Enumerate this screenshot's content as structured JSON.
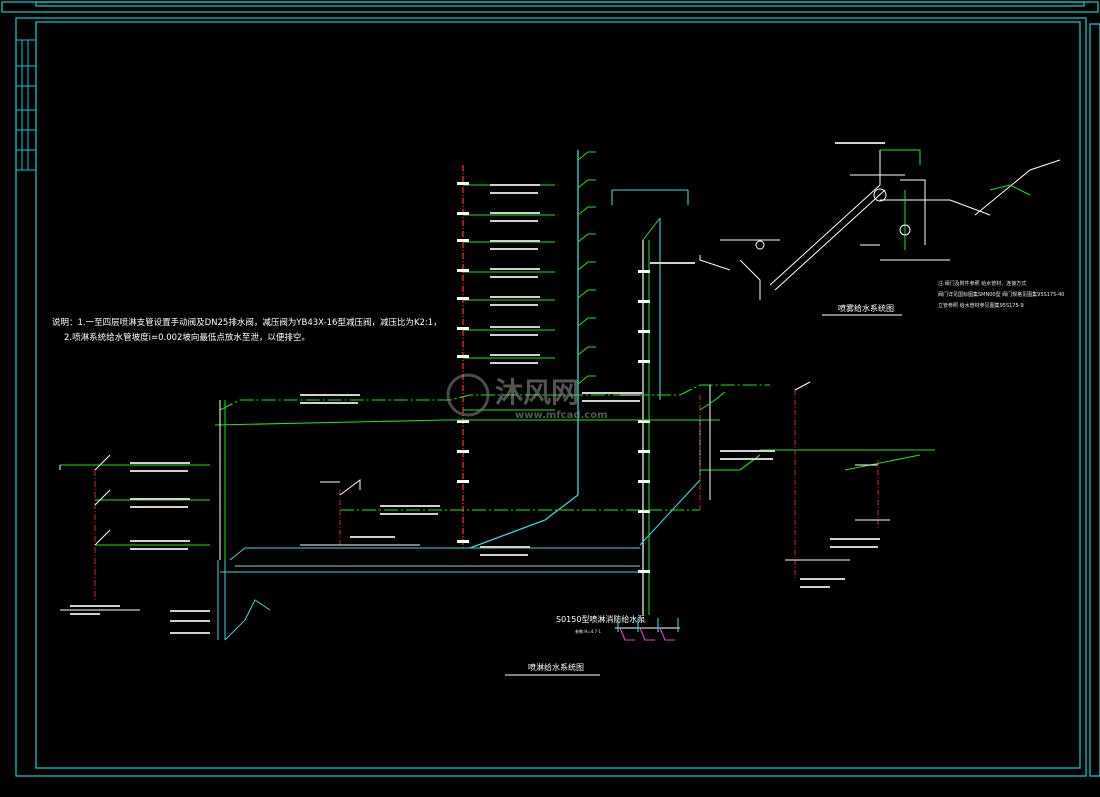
{
  "notes": {
    "line1": "说明：1.一至四层喷淋支管设置手动阀及DN25排水阀，减压阀为YB43X-16型减压阀，减压比为K2:1，",
    "line2": "2.喷淋系统给水管坡度i=0.002坡向最低点放水至泄，以便排空。"
  },
  "sprinkler_detail": {
    "title": "喷雾给水系统图",
    "note1": "注:阀门及附件参照 给水管材、连接方式",
    "note2": "阀门详见国标图集SMN00型 阀门规格见图集95S175-40",
    "note3": "立管参照 给水管材参见图集95S175-9"
  },
  "main_system": {
    "title": "喷淋给水系统图",
    "pump_label": "S0150型喷淋消防给水泵",
    "pump_sub": "参数:H=4.7-1"
  },
  "watermark": {
    "text": "沐风网",
    "url": "www.mfcad.com"
  },
  "colors": {
    "frame": "#00c8c8",
    "pipe_green": "#19e619",
    "pipe_cyan": "#36d8d8",
    "riser_red": "#e02020",
    "magenta": "#e040e0",
    "yellow": "#e0e040",
    "text": "#ffffff"
  }
}
